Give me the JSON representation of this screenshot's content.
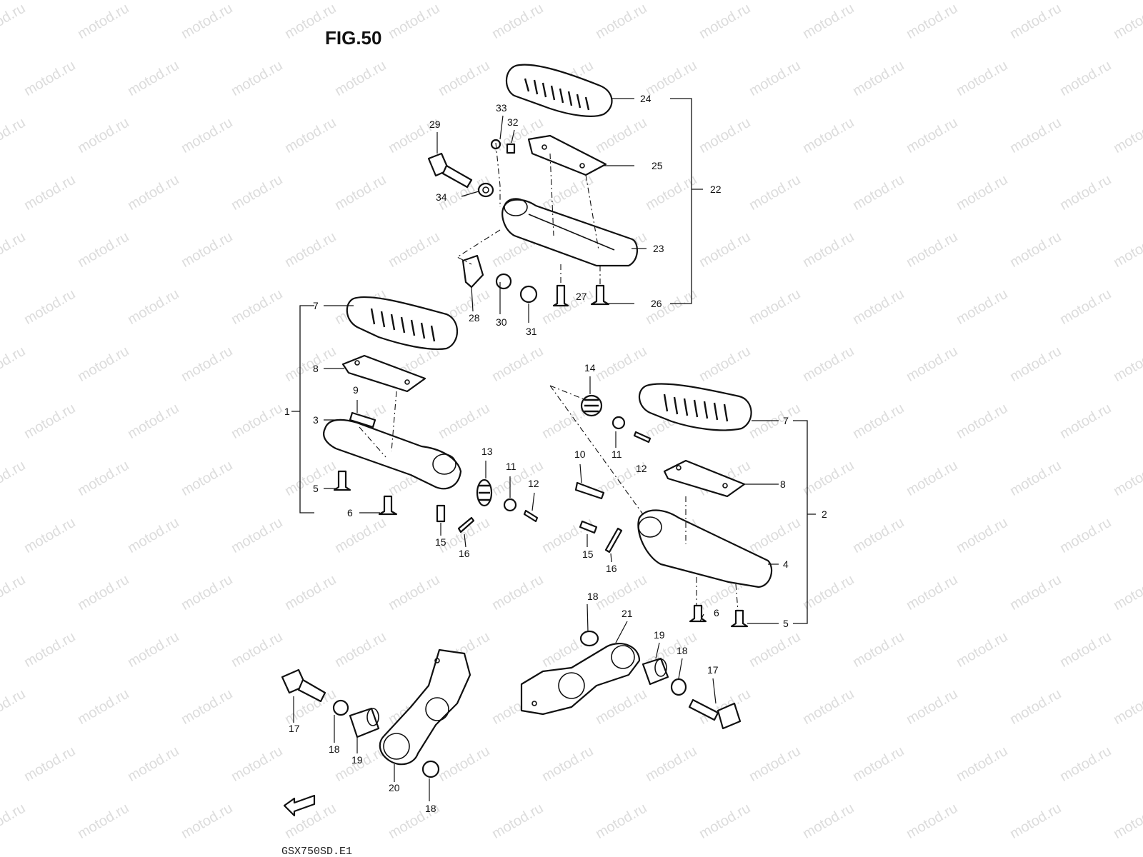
{
  "figure": {
    "title": "FIG.50",
    "model_code": "GSX750SD.E1",
    "watermark_text": "motod.ru",
    "front_arrow_icon": "front-direction-arrow-icon"
  },
  "callouts": {
    "c1": "1",
    "c2": "2",
    "c3": "3",
    "c4": "4",
    "c5a": "5",
    "c5b": "5",
    "c6a": "6",
    "c6b": "6",
    "c7a": "7",
    "c7b": "7",
    "c8a": "8",
    "c8b": "8",
    "c9": "9",
    "c10": "10",
    "c11a": "11",
    "c11b": "11",
    "c12a": "12",
    "c12b": "12",
    "c13": "13",
    "c14": "14",
    "c15a": "15",
    "c15b": "15",
    "c16a": "16",
    "c16b": "16",
    "c17a": "17",
    "c17b": "17",
    "c18a": "18",
    "c18b": "18",
    "c18c": "18",
    "c18d": "18",
    "c19a": "19",
    "c19b": "19",
    "c20": "20",
    "c21": "21",
    "c22": "22",
    "c23": "23",
    "c24": "24",
    "c25": "25",
    "c26": "26",
    "c27": "27",
    "c28": "28",
    "c29": "29",
    "c30": "30",
    "c31": "31",
    "c32": "32",
    "c33": "33",
    "c34": "34"
  },
  "colors": {
    "line": "#111111",
    "background": "#ffffff",
    "watermark": "#dcdcdc"
  }
}
